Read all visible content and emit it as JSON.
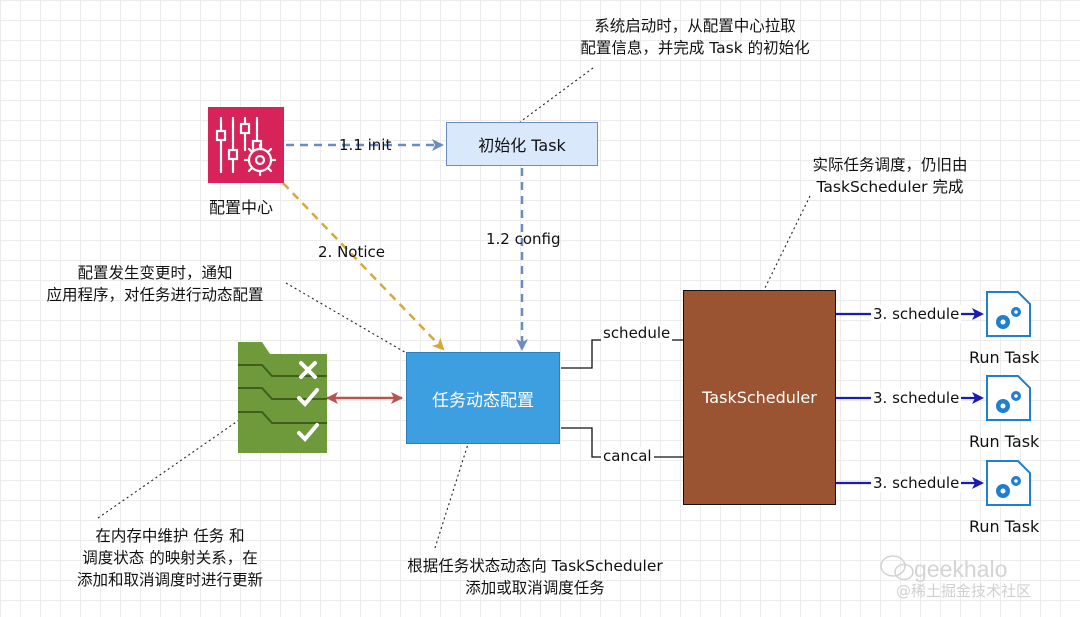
{
  "config_center": {
    "label": "配置中心"
  },
  "init_box": {
    "label": "初始化 Task"
  },
  "dynamic_box": {
    "label": "任务动态配置"
  },
  "scheduler_box": {
    "label": "TaskScheduler"
  },
  "edges": {
    "init": "1.1  init",
    "notice": "2. Notice",
    "config": "1.2 config",
    "schedule": "schedule",
    "cancel": "cancal"
  },
  "notes": {
    "top": [
      "系统启动时，从配置中心拉取",
      "配置信息，并完成 Task 的初始化"
    ],
    "left": [
      "配置发生变更时，通知",
      "应用程序，对任务进行动态配置"
    ],
    "right": [
      "实际任务调度，仍旧由",
      "TaskScheduler 完成"
    ],
    "bottom_left": [
      "在内存中维护 任务 和",
      "调度状态 的映射关系，在",
      "添加和取消调度时进行更新"
    ],
    "bottom_center": [
      "根据任务状态动态向 TaskScheduler",
      "添加或取消调度任务"
    ]
  },
  "tasks": [
    {
      "edge_label": "3. schedule",
      "label": "Run Task"
    },
    {
      "edge_label": "3. schedule",
      "label": "Run Task"
    },
    {
      "edge_label": "3. schedule",
      "label": "Run Task"
    }
  ],
  "watermark": {
    "line1": "geekhalo",
    "line2": "@稀土掘金技术社区"
  },
  "colors": {
    "config_center": "#d6245a",
    "init_fill": "#dae8fc",
    "dynamic_fill": "#3d9ee0",
    "scheduler_fill": "#9a5431",
    "store_fill": "#6f9a3c",
    "init_edge": "#6c8ebf",
    "notice_edge": "#d6a83a",
    "store_edge": "#b85450",
    "schedule_edge": "#1a1ab8"
  }
}
